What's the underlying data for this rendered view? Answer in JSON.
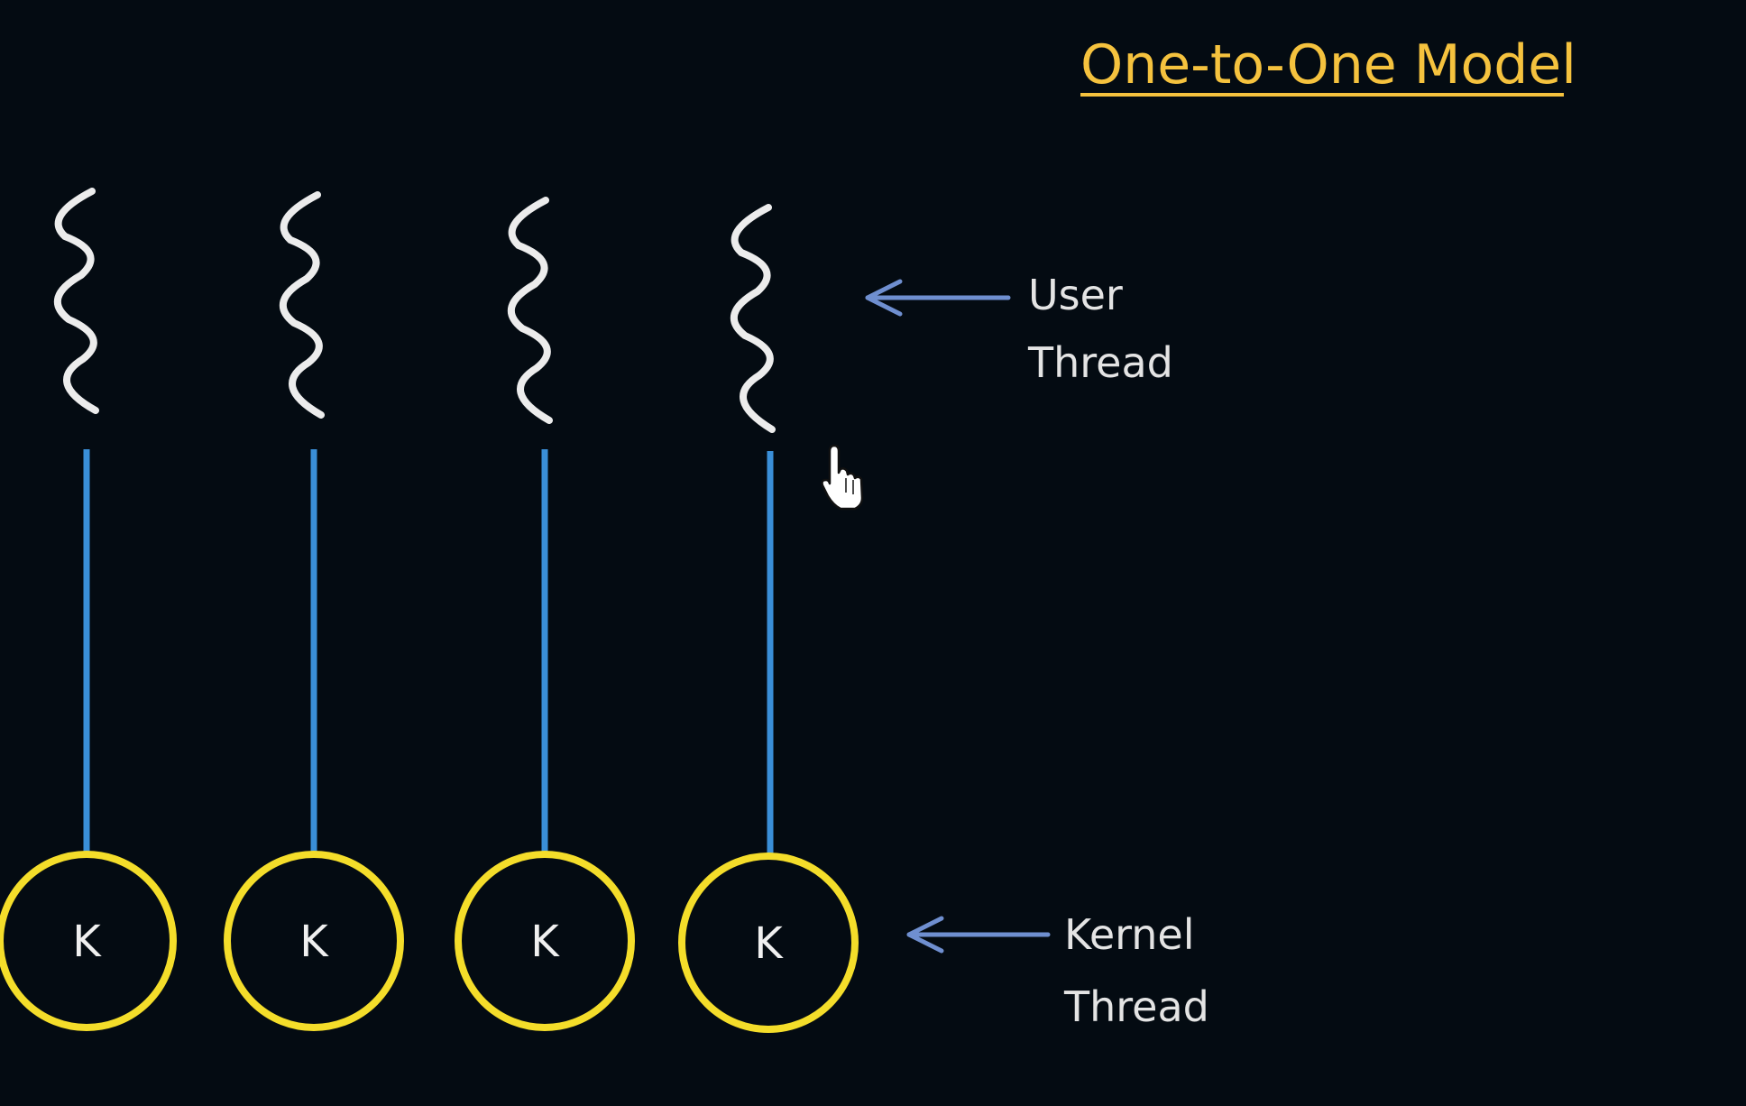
{
  "title": "One-to-One Model",
  "colors": {
    "background": "#040b12",
    "title": "#f5c23e",
    "user_thread": "#ececec",
    "connector": "#3a8fd8",
    "kernel_circle": "#f4dd2a",
    "arrow": "#6f8fd0",
    "label": "#e4e4e4"
  },
  "threads": [
    {
      "kernel_label": "K"
    },
    {
      "kernel_label": "K"
    },
    {
      "kernel_label": "K"
    },
    {
      "kernel_label": "K"
    }
  ],
  "user_thread_label": {
    "line1": "User",
    "line2": "Thread"
  },
  "kernel_thread_label": {
    "line1": "Kernel",
    "line2": "Thread"
  },
  "cursor_icon": "hand-pointer-icon"
}
